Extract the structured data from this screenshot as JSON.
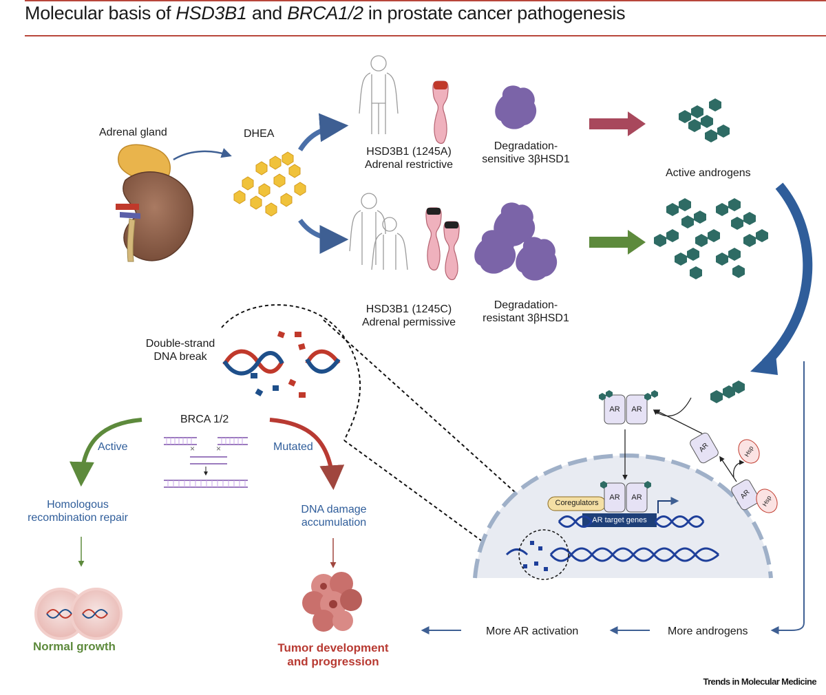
{
  "title": {
    "prefix": "Molecular basis of ",
    "gene1": "HSD3B1",
    "middle": " and ",
    "gene2": "BRCA1/2",
    "suffix": " in prostate cancer pathogenesis"
  },
  "labels": {
    "adrenal_gland": "Adrenal gland",
    "dhea": "DHEA",
    "hsd_restrictive_1": "HSD3B1 (1245A)",
    "hsd_restrictive_2": "Adrenal restrictive",
    "deg_sensitive_1": "Degradation-",
    "deg_sensitive_2": "sensitive 3βHSD1",
    "active_androgens": "Active androgens",
    "hsd_permissive_1": "HSD3B1 (1245C)",
    "hsd_permissive_2": "Adrenal permissive",
    "deg_resistant_1": "Degradation-",
    "deg_resistant_2": "resistant 3βHSD1",
    "dsb_1": "Double-strand",
    "dsb_2": "DNA break",
    "brca": "BRCA 1/2",
    "active": "Active",
    "mutated": "Mutated",
    "hr_1": "Homologous",
    "hr_2": "recombination repair",
    "dna_damage_1": "DNA damage",
    "dna_damage_2": "accumulation",
    "normal_growth": "Normal growth",
    "tumor_1": "Tumor development",
    "tumor_2": "and progression",
    "more_ar_activation": "More AR activation",
    "more_androgens": "More androgens",
    "coregulators": "Coregulators",
    "ar_target_genes": "AR target genes",
    "ar": "AR",
    "hsp": "Hsp"
  },
  "footer": "Trends in Molecular Medicine",
  "colors": {
    "accent_red": "#b8453a",
    "text_blue": "#2f5d9a",
    "green_text": "#5d8a3c",
    "red_text": "#b83a32",
    "androgen_teal": "#2e6b64",
    "enzyme_purple": "#7b64a8",
    "dhea_yellow": "#f0c23a"
  }
}
